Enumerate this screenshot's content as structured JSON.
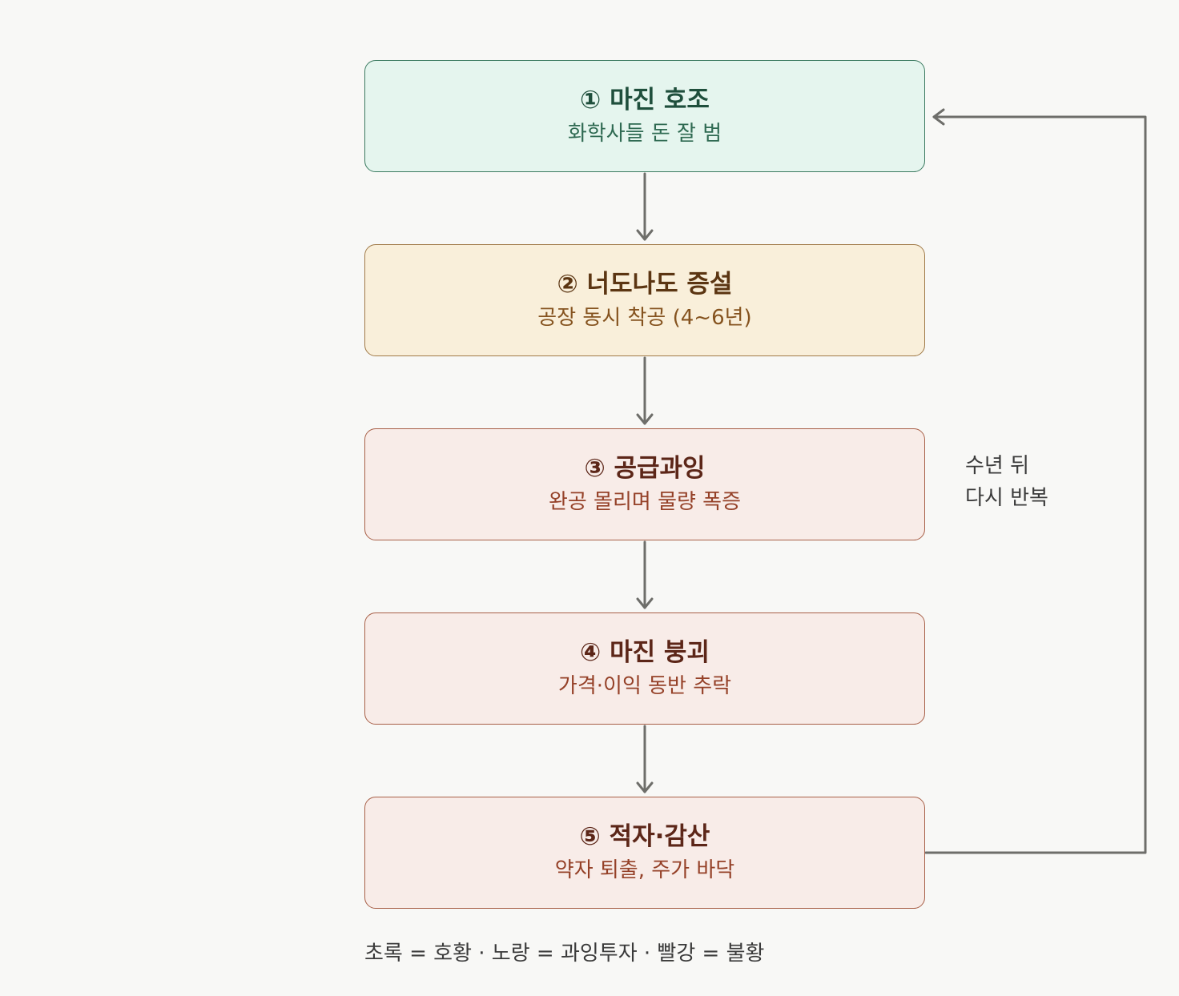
{
  "steps": [
    {
      "title": "① 마진 호조",
      "subtitle": "화학사들 돈 잘 범",
      "color": "green"
    },
    {
      "title": "② 너도나도 증설",
      "subtitle": "공장 동시 착공 (4~6년)",
      "color": "yellow"
    },
    {
      "title": "③ 공급과잉",
      "subtitle": "완공 몰리며 물량 폭증",
      "color": "red"
    },
    {
      "title": "④ 마진 붕괴",
      "subtitle": "가격·이익 동반 추락",
      "color": "red"
    },
    {
      "title": "⑤ 적자·감산",
      "subtitle": "약자 퇴출, 주가 바닥",
      "color": "red"
    }
  ],
  "loop_label": {
    "line1": "수년 뒤",
    "line2": "다시 반복"
  },
  "legend": "초록 = 호황 · 노랑 = 과잉투자 · 빨강 = 불황",
  "colors": {
    "arrow": "#6e6e6a",
    "green": "#e5f5ee",
    "yellow": "#f9efda",
    "red": "#f8ece8"
  }
}
